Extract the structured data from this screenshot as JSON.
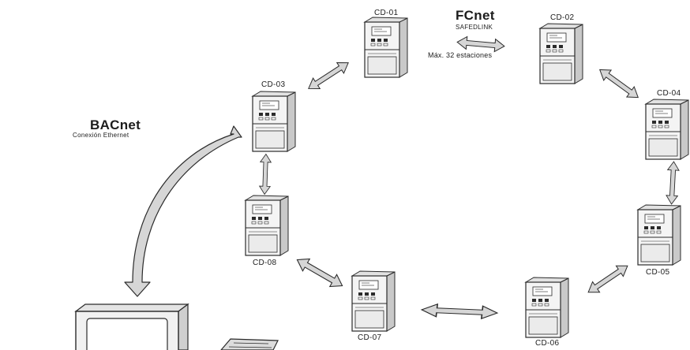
{
  "fcnet": {
    "title": "FCnet",
    "subtitle": "SAFEDLINK",
    "note": "Máx. 32 estaciones"
  },
  "bacnet": {
    "title": "BACnet",
    "subtitle": "Conexión Ethernet"
  },
  "devices": [
    {
      "id": "cd01",
      "label": "CD-01"
    },
    {
      "id": "cd02",
      "label": "CD-02"
    },
    {
      "id": "cd03",
      "label": "CD-03"
    },
    {
      "id": "cd04",
      "label": "CD-04"
    },
    {
      "id": "cd05",
      "label": "CD-05"
    },
    {
      "id": "cd06",
      "label": "CD-06"
    },
    {
      "id": "cd07",
      "label": "CD-07"
    },
    {
      "id": "cd08",
      "label": "CD-08"
    }
  ],
  "colors": {
    "line": "#2b2b2b",
    "arrow_fill": "#d6d6d6",
    "panel_face": "#f4f4f4",
    "panel_side": "#c9c9c9"
  }
}
